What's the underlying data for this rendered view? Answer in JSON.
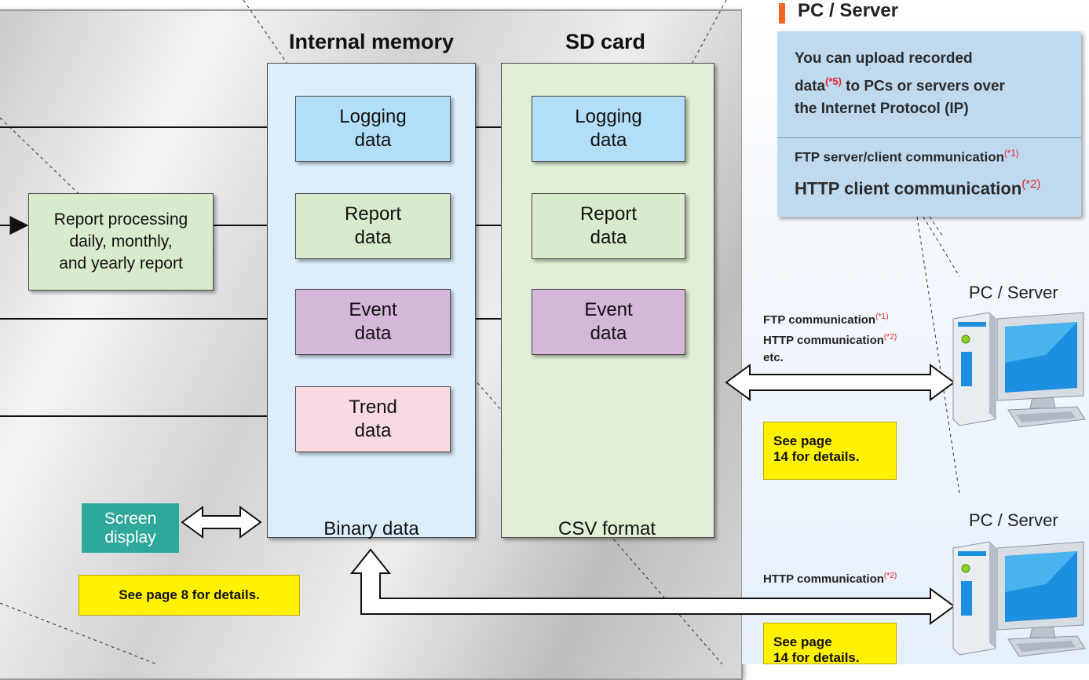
{
  "columns": {
    "internal_memory": "Internal memory",
    "sd_card": "SD card"
  },
  "internal_boxes": [
    {
      "line1": "Logging",
      "line2": "data",
      "color": "#b3def7"
    },
    {
      "line1": "Report",
      "line2": "data",
      "color": "#d8ebcc"
    },
    {
      "line1": "Event",
      "line2": "data",
      "color": "#d5b7d9"
    },
    {
      "line1": "Trend",
      "line2": "data",
      "color": "#f9dae2"
    }
  ],
  "sd_boxes": [
    {
      "line1": "Logging",
      "line2": "data",
      "color": "#b3def7"
    },
    {
      "line1": "Report",
      "line2": "data",
      "color": "#d8ebcc"
    },
    {
      "line1": "Event",
      "line2": "data",
      "color": "#d5b7d9"
    }
  ],
  "internal_footer": "Binary data",
  "sd_footer": "CSV format",
  "report_processing": {
    "line1": "Report processing",
    "line2": "daily, monthly,",
    "line3": "and yearly report"
  },
  "screen_display": {
    "line1": "Screen",
    "line2": "display",
    "color": "#2ea89a"
  },
  "notes": {
    "page8": "See page 8 for details.",
    "page14_a_line1": "See page",
    "page14_a_line2": "14 for details.",
    "page14_b_line1": "See page",
    "page14_b_line2": "14 for details."
  },
  "pc_server_section": {
    "title": "PC / Server",
    "accent_color": "#f26522",
    "desc_line1": "You can upload recorded",
    "desc_line2a": "data",
    "desc_line2_ref": "(*5)",
    "desc_line2b": " to PCs or servers over",
    "desc_line3": "the Internet Protocol (IP)",
    "ftp_label": "FTP server/client communication",
    "ftp_ref": "(*1)",
    "http_label": "HTTP client communication",
    "http_ref": "(*2)"
  },
  "pc_servers": [
    {
      "label": "PC / Server",
      "comm1": "FTP communication",
      "comm1_ref": "(*1)",
      "comm2": "HTTP communication",
      "comm2_ref": "(*2)",
      "comm3": "etc."
    },
    {
      "label": "PC / Server",
      "comm1": "HTTP communication",
      "comm1_ref": "(*2)"
    }
  ],
  "colors": {
    "reference_red": "#e2262b",
    "note_yellow": "#fff200",
    "info_box_blue": "#bfd9ef"
  }
}
